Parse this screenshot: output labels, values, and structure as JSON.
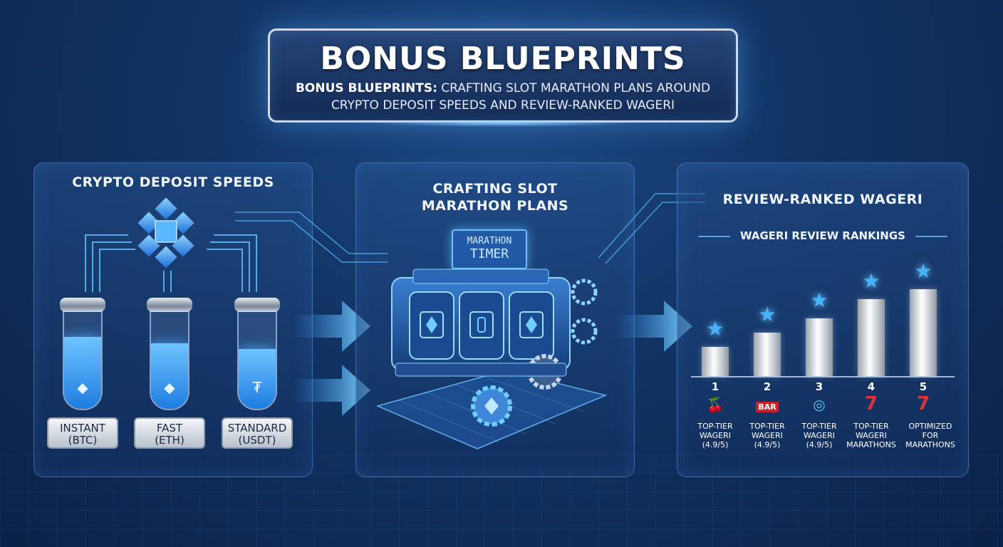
{
  "header": {
    "title": "BONUS BLUEPRINTS",
    "subtitle_bold": "BONUS BLUEPRINTS:",
    "subtitle_rest_line1": " CRAFTING SLOT MARATHON PLANS AROUND",
    "subtitle_line2": "CRYPTO DEPOSIT SPEEDS AND REVIEW-RANKED WAGERI"
  },
  "deposit_panel": {
    "title": "CRYPTO DEPOSIT SPEEDS",
    "tubes": [
      {
        "label_line1": "INSTANT",
        "label_line2": "(BTC)",
        "icon": "eth-diamond-icon",
        "fill": 0.72
      },
      {
        "label_line1": "FAST",
        "label_line2": "(ETH)",
        "icon": "eth-diamond-icon",
        "fill": 0.66
      },
      {
        "label_line1": "STANDARD",
        "label_line2": "(USDT)",
        "icon": "tether-icon",
        "fill": 0.6
      }
    ]
  },
  "marathon_panel": {
    "title_line1": "CRAFTING SLOT",
    "title_line2": "MARATHON PLANS",
    "timer_line1": "MARATHON",
    "timer_line2": "TIMER"
  },
  "review_panel": {
    "title": "REVIEW-RANKED WAGERI",
    "subtitle": "WAGERI REVIEW RANKINGS",
    "rankings": [
      {
        "rank": "1",
        "icon": "cherry-icon",
        "label_line1": "TOP-TIER",
        "label_line2": "WAGERI",
        "label_line3": "(4.9/5)",
        "level": 0.3
      },
      {
        "rank": "2",
        "icon": "bar-icon",
        "label_line1": "TOP-TIER",
        "label_line2": "WAGERI",
        "label_line3": "(4.9/5)",
        "level": 0.45
      },
      {
        "rank": "3",
        "icon": "ufo-icon",
        "label_line1": "TOP-TIER",
        "label_line2": "WAGERI",
        "label_line3": "(4.9/5)",
        "level": 0.6
      },
      {
        "rank": "4",
        "icon": "seven-icon",
        "label_line1": "TOP-TIER",
        "label_line2": "WAGERI",
        "label_line3": "MARATHONS",
        "level": 0.8
      },
      {
        "rank": "5",
        "icon": "seven-icon",
        "label_line1": "OPTIMIZED FOR",
        "label_line2": "MARATHONS",
        "label_line3": "",
        "level": 0.9
      }
    ]
  },
  "colors": {
    "accent": "#4ab3ff",
    "background": "#123566"
  }
}
